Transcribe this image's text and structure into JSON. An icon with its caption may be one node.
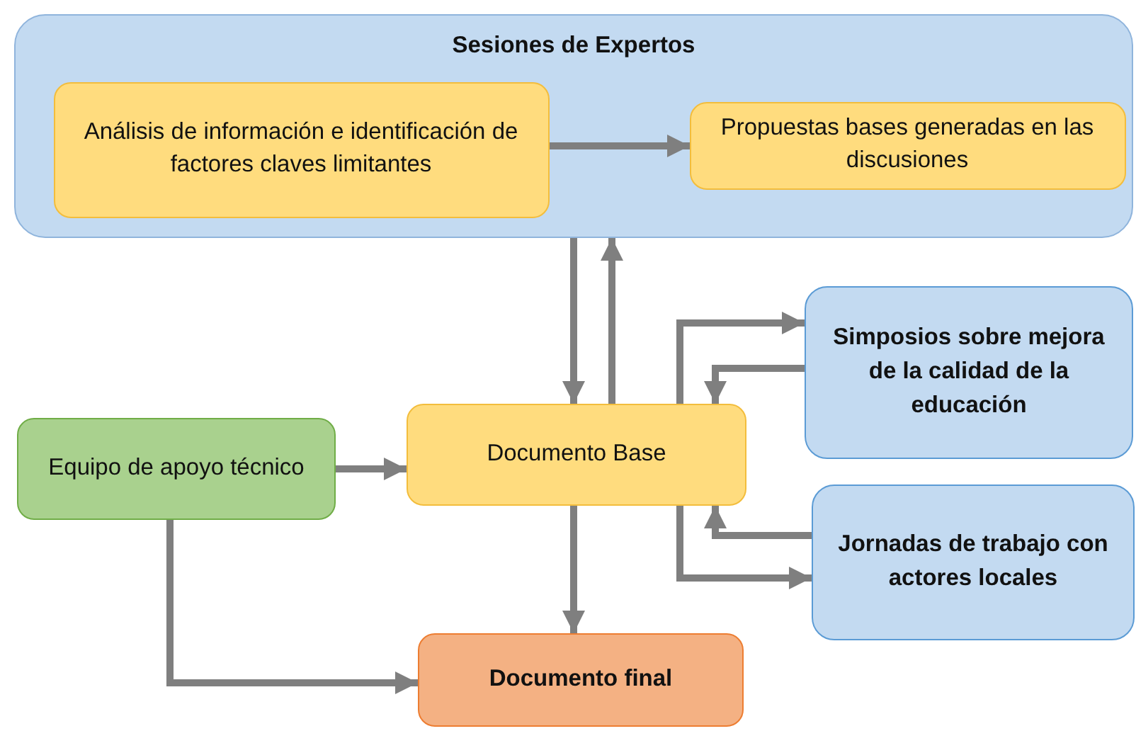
{
  "diagram": {
    "nodes": [
      {
        "text": [
          "Sesiones de Expertos"
        ]
      },
      {
        "text": [
          "Análisis de información e identificación de factores claves limitantes"
        ],
        "in": 0
      },
      {
        "text": [
          "Propuestas bases generadas en las discusiones"
        ],
        "in": 0
      },
      {
        "text": [
          "Simposios sobre mejora de la calidad de la educación"
        ]
      },
      {
        "text": [
          "Equipo de apoyo técnico"
        ]
      },
      {
        "text": [
          "Documento Base"
        ]
      },
      {
        "text": [
          "Jornadas de trabajo con actores locales"
        ]
      },
      {
        "text": [
          "Documento final"
        ]
      }
    ],
    "edges": [
      {
        "from": 1,
        "to": 2,
        "arrow": "to"
      },
      {
        "from": 0,
        "to": 5,
        "arrow": "to"
      },
      {
        "from": 5,
        "to": 0,
        "arrow": "to"
      },
      {
        "from": 4,
        "to": 5,
        "arrow": "to"
      },
      {
        "from": 5,
        "to": 7,
        "arrow": "to"
      },
      {
        "from": 4,
        "to": 7,
        "arrow": "to"
      },
      {
        "from": 5,
        "to": 3,
        "arrow": "to"
      },
      {
        "from": 3,
        "to": 5,
        "arrow": "to"
      },
      {
        "from": 6,
        "to": 5,
        "arrow": "to"
      },
      {
        "from": 5,
        "to": 6,
        "arrow": "to"
      }
    ]
  }
}
